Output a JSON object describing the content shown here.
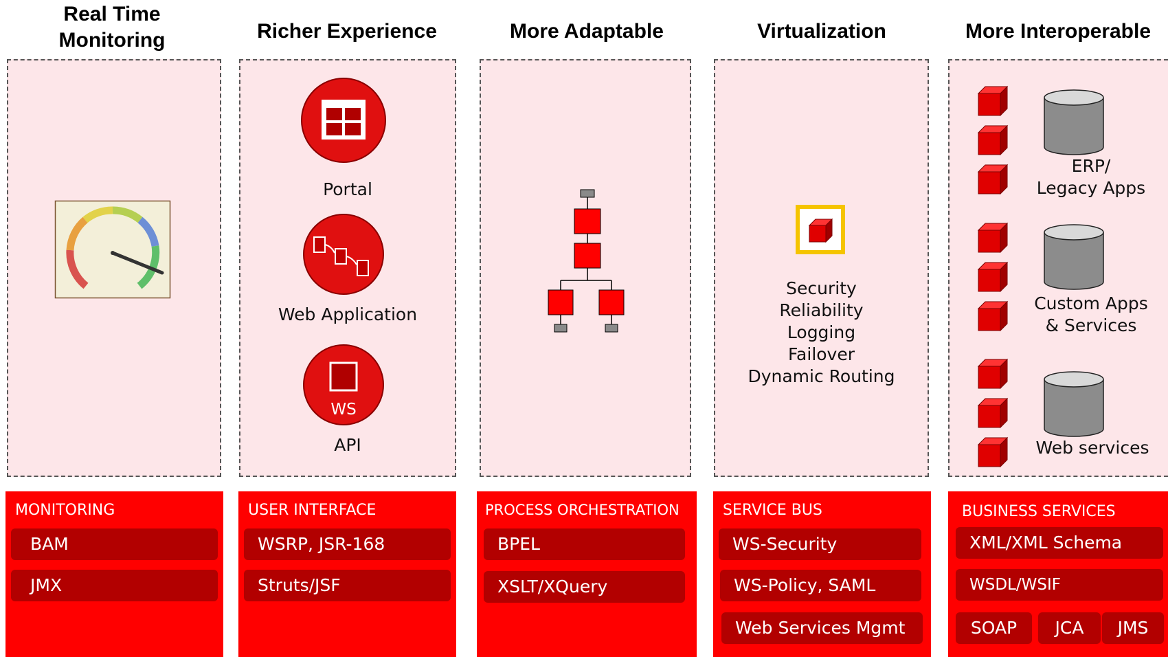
{
  "columns": [
    {
      "title_line1": "Real Time",
      "title_line2": "Monitoring",
      "box_header": "MONITORING",
      "items": [
        "BAM",
        "JMX"
      ]
    },
    {
      "title": "Richer Experience",
      "labels": [
        "Portal",
        "Web Application",
        "API"
      ],
      "api_badge": "WS",
      "box_header": "USER INTERFACE",
      "items": [
        "WSRP, JSR-168",
        "Struts/JSF"
      ]
    },
    {
      "title": "More Adaptable",
      "box_header": "PROCESS ORCHESTRATION",
      "items": [
        "BPEL",
        "XSLT/XQuery"
      ]
    },
    {
      "title": "Virtualization",
      "features": [
        "Security",
        "Reliability",
        "Logging",
        "Failover",
        "Dynamic Routing"
      ],
      "box_header": "SERVICE BUS",
      "items": [
        "WS-Security",
        "WS-Policy, SAML",
        "Web Services Mgmt"
      ]
    },
    {
      "title": "More Interoperable",
      "db_labels": [
        "ERP/",
        "Legacy Apps",
        "Custom Apps",
        "& Services",
        "Web services"
      ],
      "box_header": "BUSINESS SERVICES",
      "items": [
        "XML/XML Schema",
        "WSDL/WSIF",
        "SOAP",
        "JCA",
        "JMS"
      ]
    }
  ],
  "colors": {
    "accent_red": "#ff0000",
    "dark_red": "#b20000",
    "panel_bg": "#fde6e9",
    "highlight_yellow": "#f5c400"
  }
}
